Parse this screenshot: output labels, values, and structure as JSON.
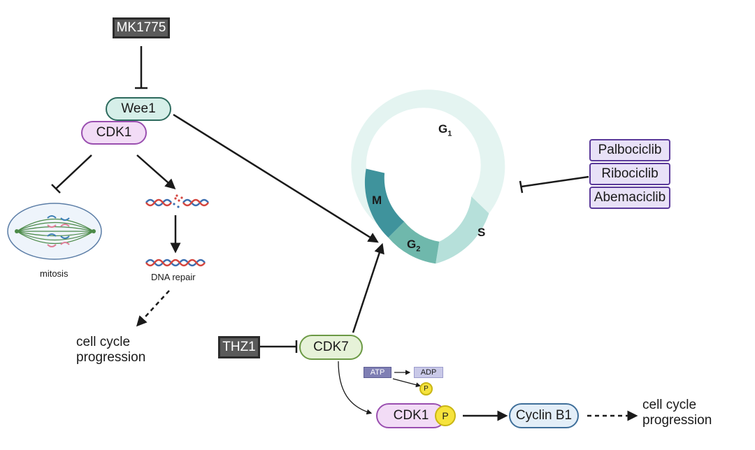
{
  "drugs": {
    "mk1775": "MK1775",
    "thz1": "THZ1"
  },
  "proteins": {
    "wee1": "Wee1",
    "cdk1_top": "CDK1",
    "cdk7": "CDK7",
    "cdk1_bottom": "CDK1",
    "cyclin_b1": "Cyclin B1"
  },
  "cdk46_inhibitors": [
    "Palbociclib",
    "Ribociclib",
    "Abemaciclib"
  ],
  "cycle_phases": {
    "g1": "G",
    "g1_sub": "1",
    "s": "S",
    "g2": "G",
    "g2_sub": "2",
    "m": "M"
  },
  "labels": {
    "mitosis": "mitosis",
    "dna_repair": "DNA repair",
    "left_outcome_line1": "cell cycle",
    "left_outcome_line2": "progression",
    "right_outcome_line1": "cell cycle",
    "right_outcome_line2": "progression",
    "atp": "ATP",
    "adp": "ADP",
    "phospho_small": "P",
    "phospho_large": "P"
  },
  "colors": {
    "cycle_g1": "#e4f4f1",
    "cycle_s": "#b6e0da",
    "cycle_g2": "#6fb8ac",
    "cycle_m": "#3f939c"
  }
}
